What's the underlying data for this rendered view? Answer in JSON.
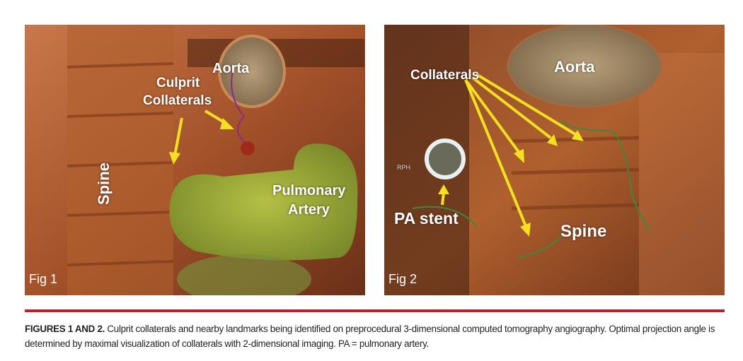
{
  "figure1": {
    "label": "Fig 1",
    "annotations": {
      "aorta": "Aorta",
      "culprit": "Culprit",
      "collaterals": "Collaterals",
      "spine": "Spine",
      "pulmonary": "Pulmonary",
      "artery": "Artery"
    }
  },
  "figure2": {
    "label": "Fig 2",
    "annotations": {
      "aorta": "Aorta",
      "collaterals": "Collaterals",
      "spine": "Spine",
      "pa_stent": "PA stent",
      "rph": "RPH"
    }
  },
  "caption": {
    "lead": "FIGURES 1 AND 2.",
    "text": " Culprit collaterals and nearby landmarks being identified on preprocedural 3-dimensional computed tomography angiography. Optimal projection angle is determined by maximal visualization of collaterals with 2-dimensional imaging. PA = pulmonary artery."
  },
  "colors": {
    "rule": "#be1e2d",
    "arrow": "#f4e020",
    "tissue": "#a8552a",
    "pa": "#9aa83a"
  }
}
